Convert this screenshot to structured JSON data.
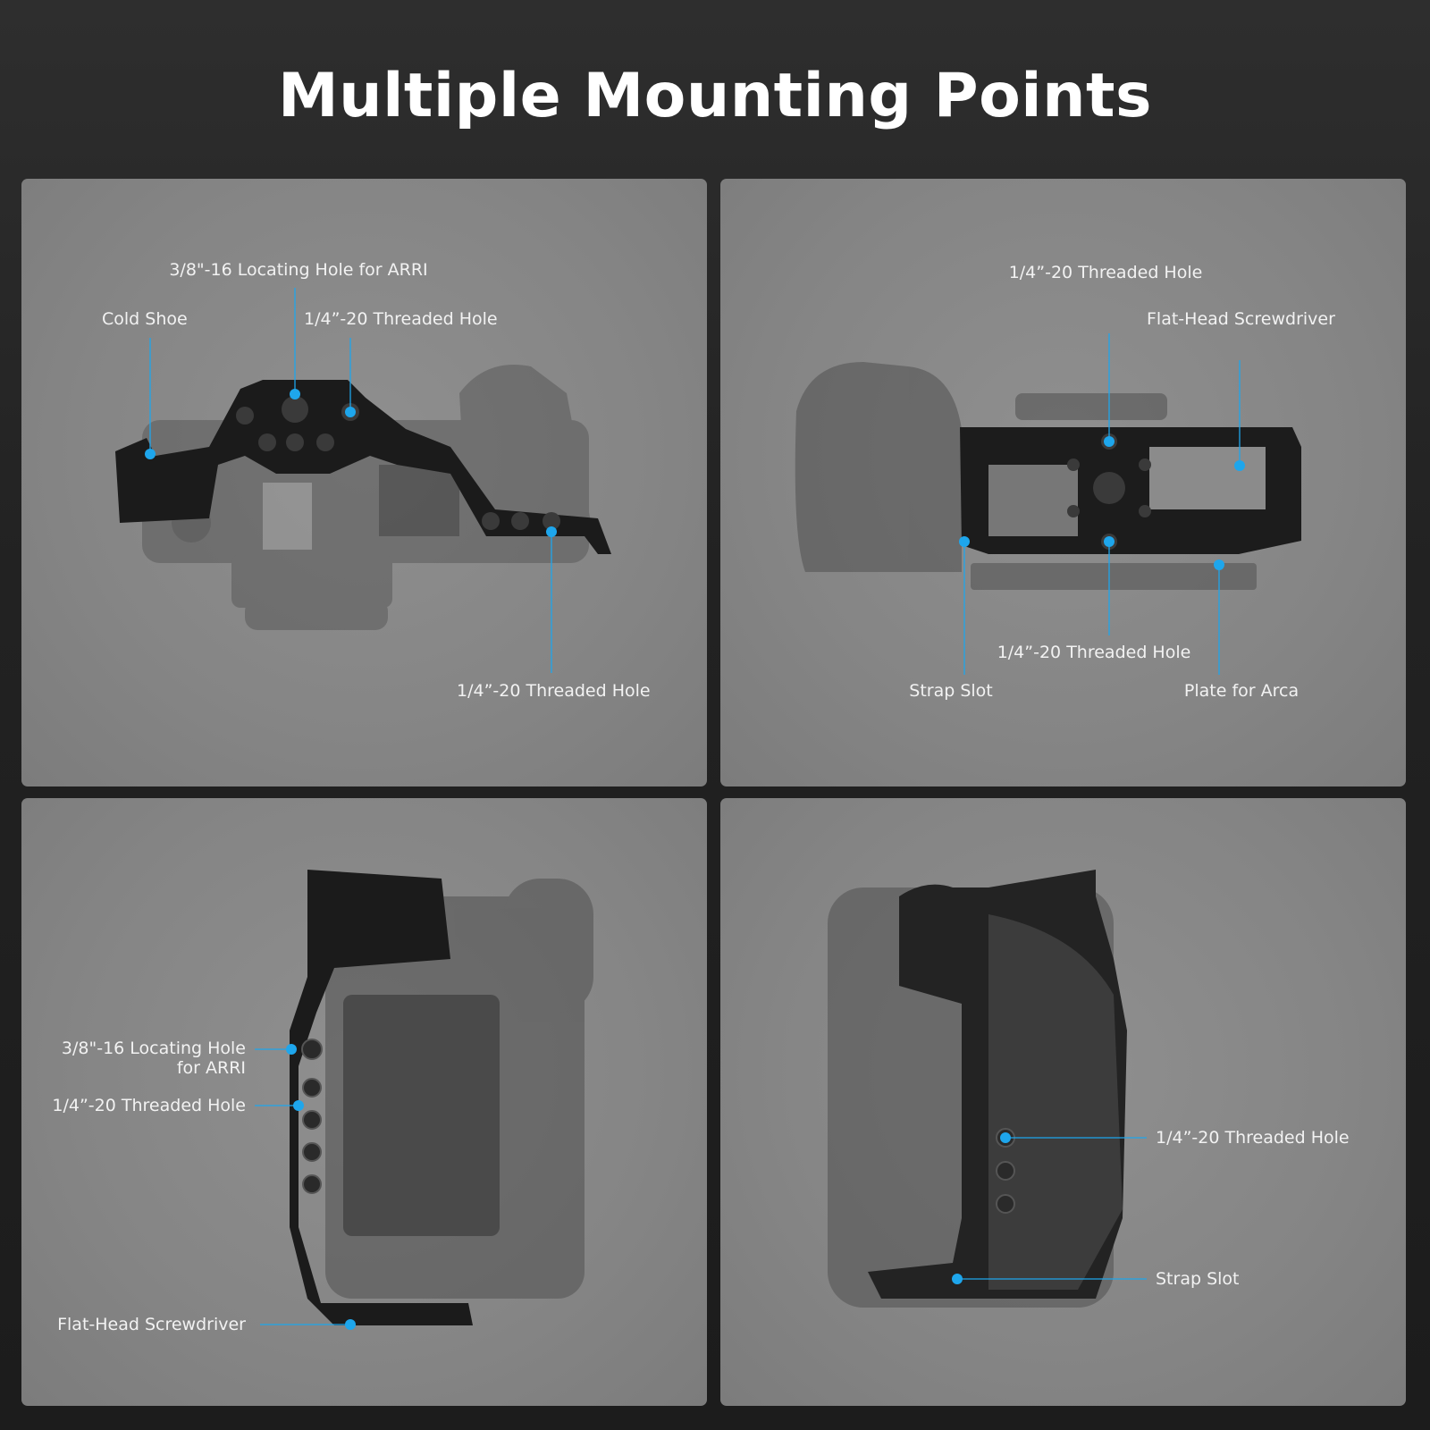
{
  "title": "Multiple Mounting Points",
  "accent_color": "#1ea6ec",
  "panels": {
    "top_view": {
      "labels": {
        "arri_hole": "3/8\"-16 Locating Hole for ARRI",
        "cold_shoe": "Cold Shoe",
        "threaded_top": "1/4”-20 Threaded Hole",
        "threaded_bottom": "1/4”-20 Threaded Hole"
      }
    },
    "bottom_view": {
      "labels": {
        "threaded_top": "1/4”-20 Threaded Hole",
        "screwdriver": "Flat-Head Screwdriver",
        "threaded_bottom": "1/4”-20 Threaded Hole",
        "strap_slot": "Strap Slot",
        "arca_plate": "Plate for Arca"
      }
    },
    "left_view": {
      "labels": {
        "arri_hole_line1": "3/8\"-16 Locating Hole",
        "arri_hole_line2": "for ARRI",
        "threaded": "1/4”-20 Threaded Hole",
        "screwdriver": "Flat-Head Screwdriver"
      }
    },
    "right_view": {
      "labels": {
        "threaded": "1/4”-20 Threaded Hole",
        "strap_slot": "Strap Slot"
      }
    }
  }
}
